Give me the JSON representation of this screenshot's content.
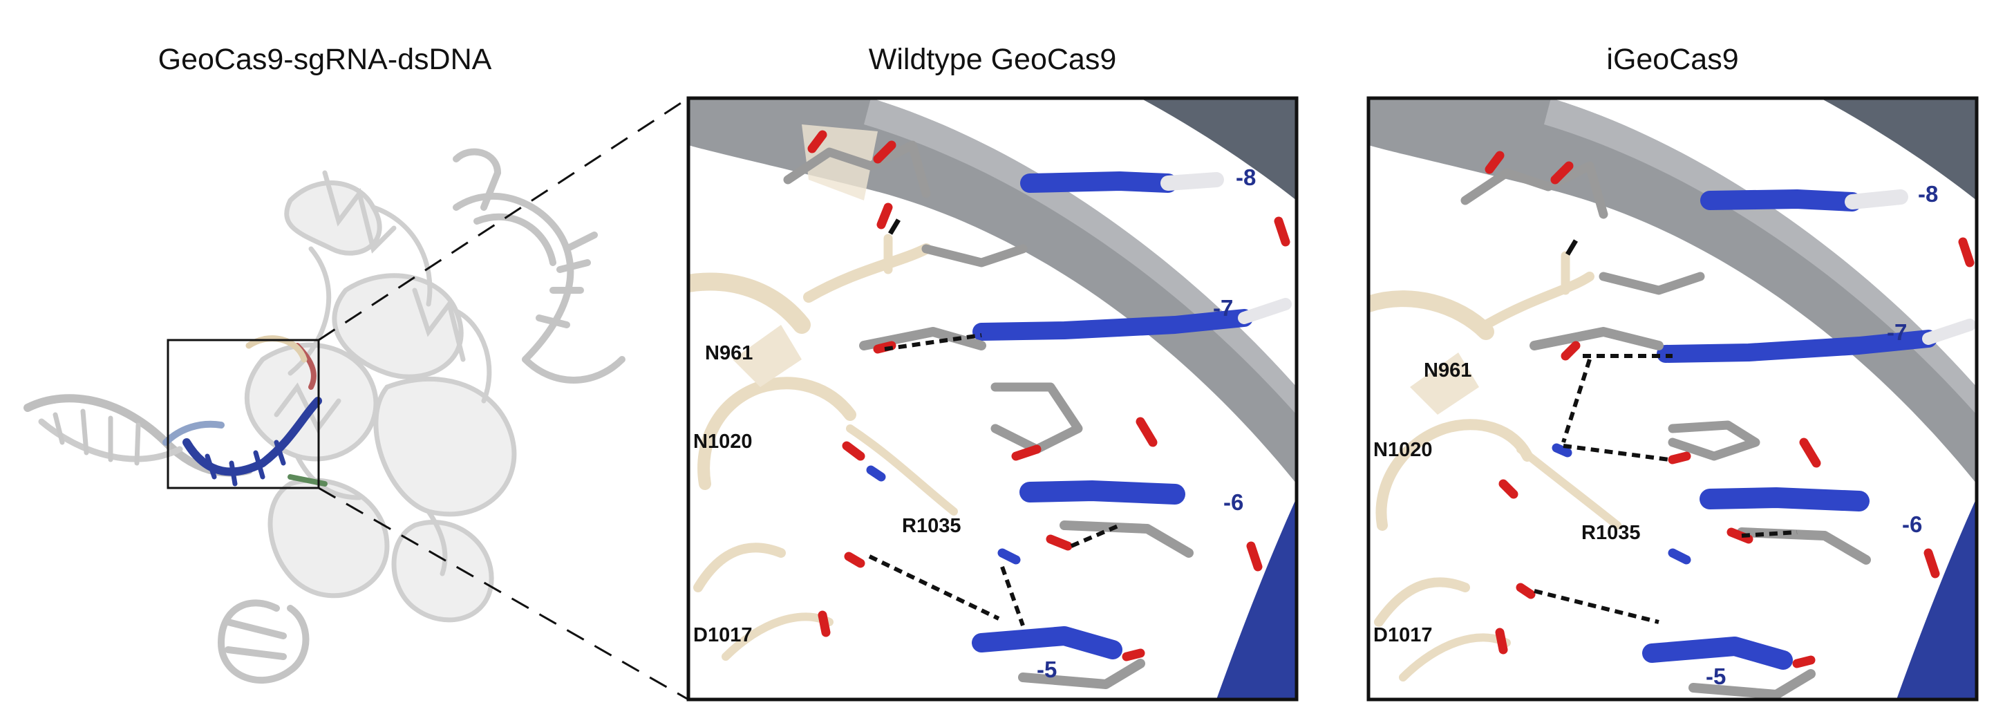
{
  "titles": {
    "overview": "GeoCas9-sgRNA-dsDNA",
    "wildtype": "Wildtype GeoCas9",
    "variant": "iGeoCas9"
  },
  "panels": {
    "wildtype": {
      "residues": [
        "N961",
        "N1020",
        "R1035",
        "D1017"
      ],
      "nucleotides": [
        "-8",
        "-7",
        "-6",
        "-5"
      ]
    },
    "variant": {
      "residues": [
        "N961",
        "N1020",
        "R1035",
        "D1017"
      ],
      "nucleotides": [
        "-8",
        "-7",
        "-6",
        "-5"
      ]
    }
  },
  "colors": {
    "protein": "#e9dcc2",
    "dna_backbone": "#8c8f94",
    "target_strand": "#2c3f9e",
    "nitrogen": "#2f45c8",
    "oxygen": "#d61f1f",
    "carbon": "#9a9a9a",
    "hbond": "#111111"
  }
}
